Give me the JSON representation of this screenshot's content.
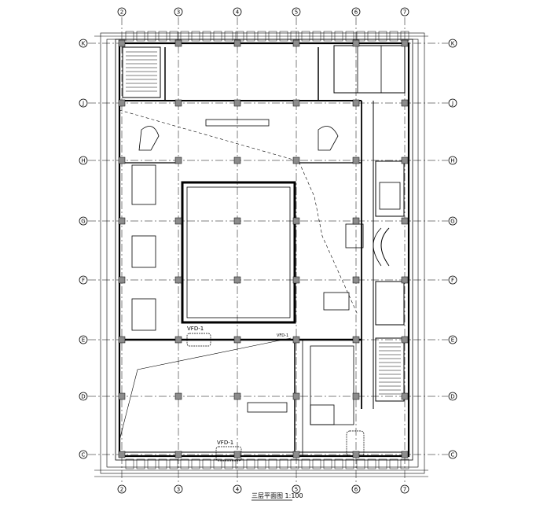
{
  "drawing": {
    "title": "三层平面图 1:100",
    "scale_note": "1:100",
    "columns": [
      "2",
      "3",
      "4",
      "5",
      "6",
      "7"
    ],
    "rows": [
      "K",
      "J",
      "H",
      "G",
      "F",
      "E",
      "D",
      "C"
    ],
    "equipment_labels": [
      "VFD-1",
      "VFD-1",
      "VFD-1"
    ],
    "colors": {
      "line": "#000000",
      "column_fill": "#8c8c8c",
      "background": "#ffffff"
    }
  }
}
